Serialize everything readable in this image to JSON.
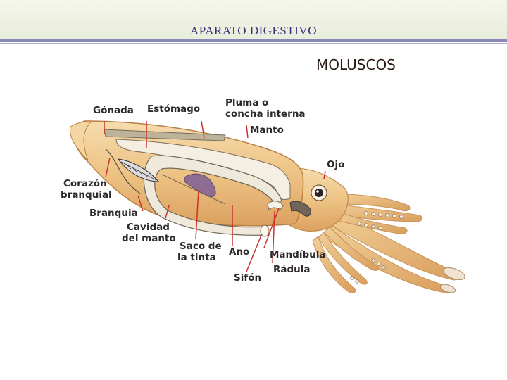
{
  "header": {
    "title": "APARATO DIGESTIVO"
  },
  "subtitle": "MOLUSCOS",
  "colors": {
    "title": "#3a2f7a",
    "body": "#e8b978",
    "leader": "#c8342c",
    "label": "#2f2a2a"
  },
  "diagram": {
    "labels": {
      "gonada": "Gónada",
      "estomago": "Estómago",
      "pluma_line1": "Pluma o",
      "pluma_line2": "concha interna",
      "manto": "Manto",
      "ojo": "Ojo",
      "corazon_line1": "Corazón",
      "corazon_line2": "branquial",
      "branquia": "Branquia",
      "cavidad_line1": "Cavidad",
      "cavidad_line2": "del manto",
      "saco_line1": "Saco de",
      "saco_line2": "la tinta",
      "ano": "Ano",
      "mandibula": "Mandíbula",
      "radula": "Rádula",
      "sifon": "Sifón"
    }
  }
}
